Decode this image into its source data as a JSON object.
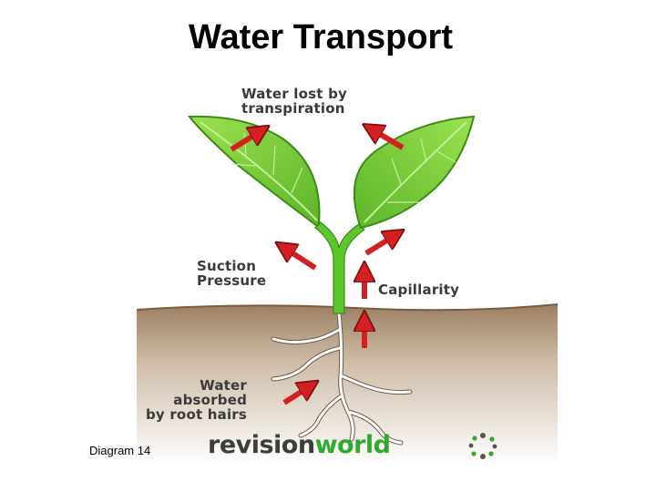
{
  "title": "Water Transport",
  "caption": "Diagram 14",
  "labels": {
    "transpiration": "Water lost by\ntranspiration",
    "suction": "Suction\nPressure",
    "capillarity": "Capillarity",
    "root_hairs": "Water\nabsorbed\nby root hairs"
  },
  "logo": {
    "part1": "revision",
    "part2": "world"
  },
  "colors": {
    "leaf": "#7cd13a",
    "leaf_dark": "#4e9a1c",
    "stem": "#5cc72a",
    "soil": "#a88f74",
    "arrow": "#d42020",
    "logo_green": "#2faa2f"
  }
}
